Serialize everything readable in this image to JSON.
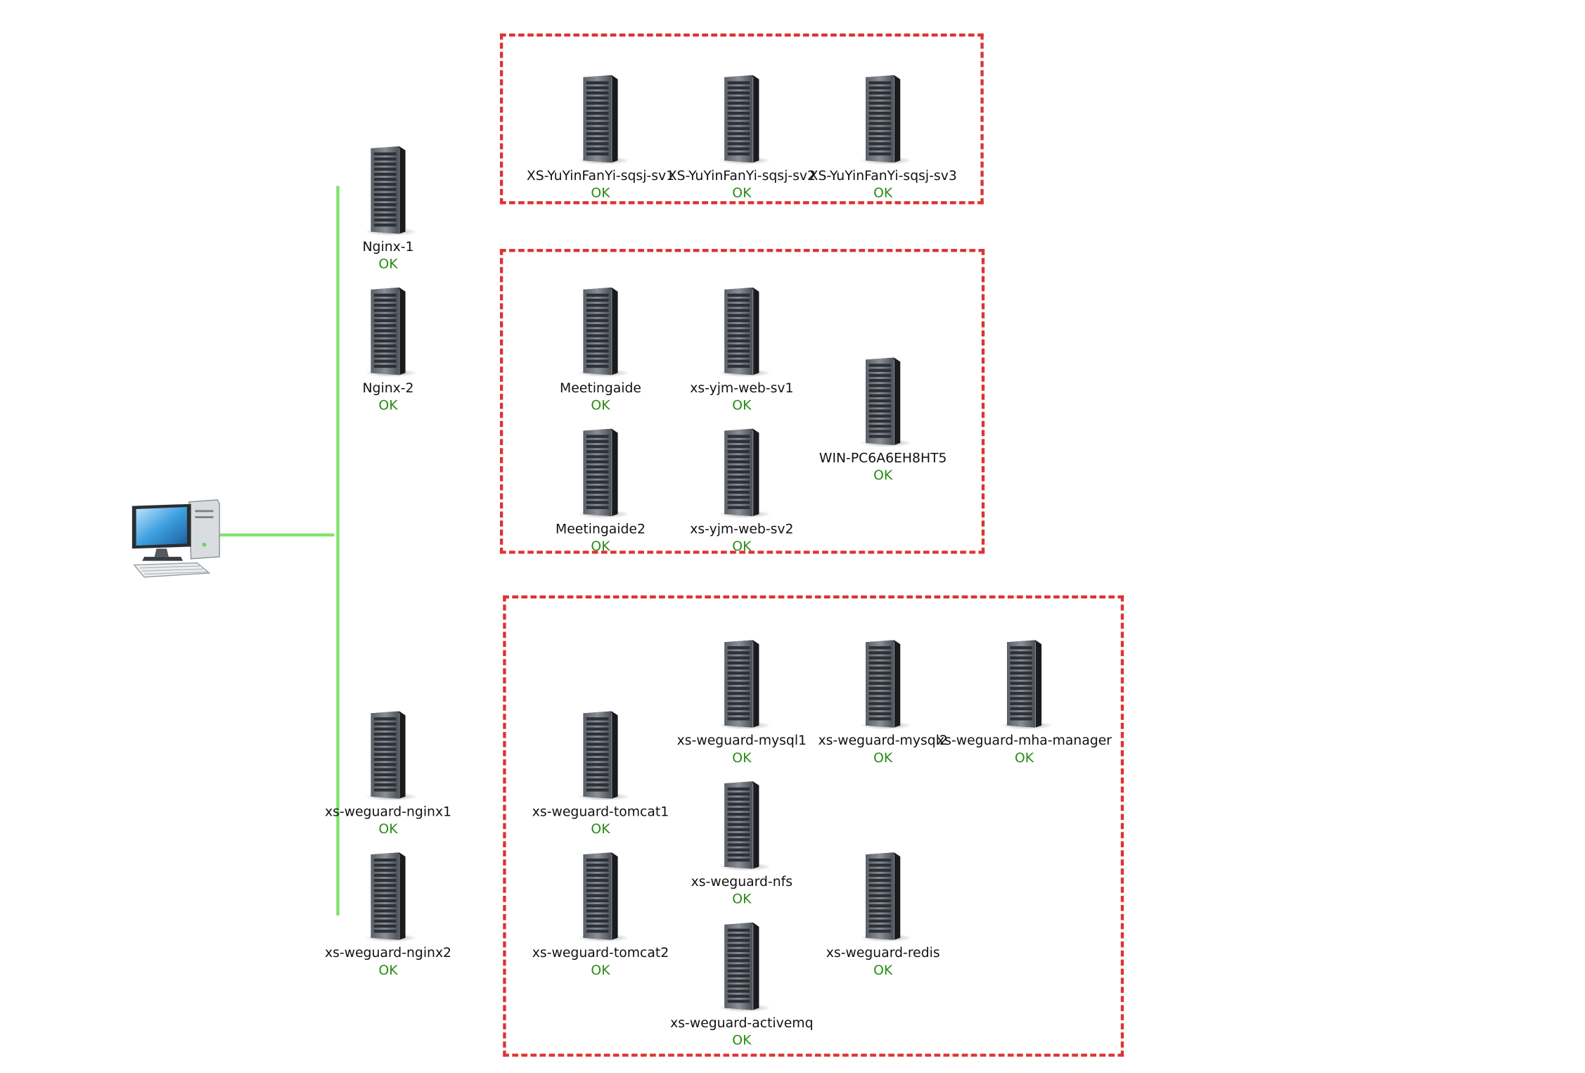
{
  "colors": {
    "link": "#7fe36a",
    "group_border": "#dd3333",
    "status_ok": "#2a8a16"
  },
  "client": {
    "icon": "desktop-computer-icon"
  },
  "load_balancers": [
    {
      "name": "Nginx-1",
      "status": "OK"
    },
    {
      "name": "Nginx-2",
      "status": "OK"
    },
    {
      "name": "xs-weguard-nginx1",
      "status": "OK"
    },
    {
      "name": "xs-weguard-nginx2",
      "status": "OK"
    }
  ],
  "groups": [
    {
      "servers": [
        {
          "name": "XS-YuYinFanYi-sqsj-sv1",
          "status": "OK"
        },
        {
          "name": "XS-YuYinFanYi-sqsj-sv2",
          "status": "OK"
        },
        {
          "name": "XS-YuYinFanYi-sqsj-sv3",
          "status": "OK"
        }
      ]
    },
    {
      "servers": [
        {
          "name": "Meetingaide",
          "status": "OK"
        },
        {
          "name": "xs-yjm-web-sv1",
          "status": "OK"
        },
        {
          "name": "WIN-PC6A6EH8HT5",
          "status": "OK"
        },
        {
          "name": "Meetingaide2",
          "status": "OK"
        },
        {
          "name": "xs-yjm-web-sv2",
          "status": "OK"
        }
      ]
    },
    {
      "servers": [
        {
          "name": "xs-weguard-mysql1",
          "status": "OK"
        },
        {
          "name": "xs-weguard-mysql2",
          "status": "OK"
        },
        {
          "name": "xs-weguard-mha-manager",
          "status": "OK"
        },
        {
          "name": "xs-weguard-tomcat1",
          "status": "OK"
        },
        {
          "name": "xs-weguard-nfs",
          "status": "OK"
        },
        {
          "name": "xs-weguard-tomcat2",
          "status": "OK"
        },
        {
          "name": "xs-weguard-redis",
          "status": "OK"
        },
        {
          "name": "xs-weguard-activemq",
          "status": "OK"
        }
      ]
    }
  ]
}
